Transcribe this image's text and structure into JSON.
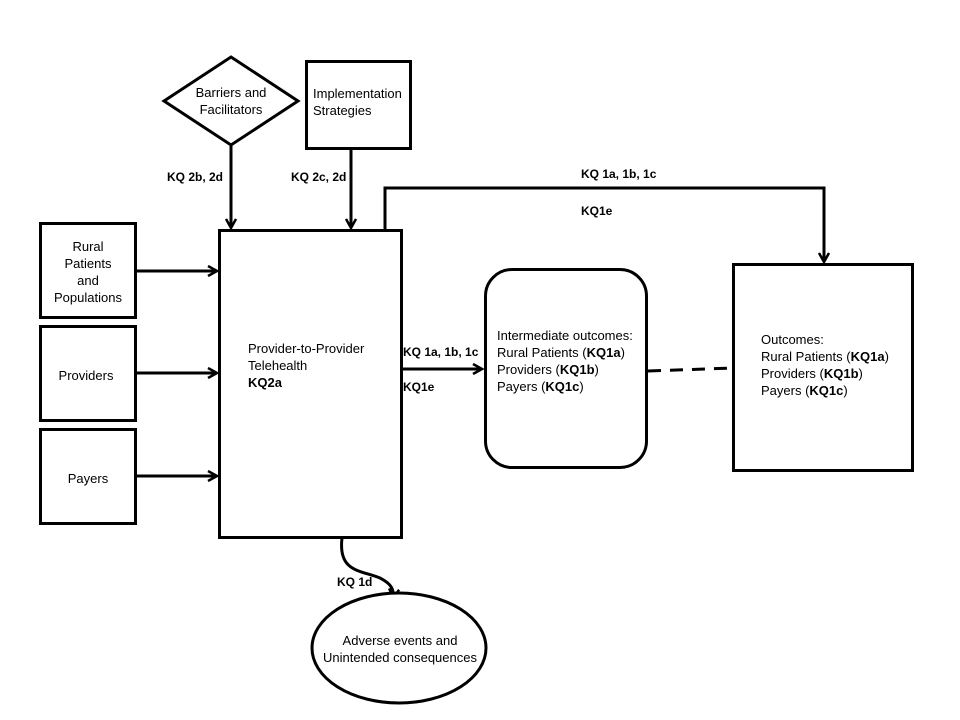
{
  "diagram": {
    "nodes": {
      "barriers": {
        "lines": [
          "Barriers and",
          "Facilitators"
        ],
        "shape": "diamond"
      },
      "implementation": {
        "lines": [
          "Implementation",
          "Strategies"
        ],
        "shape": "rectangle"
      },
      "rural_patients": {
        "lines": [
          "Rural",
          "Patients",
          "and",
          "Populations"
        ],
        "shape": "rectangle"
      },
      "providers": {
        "lines": [
          "Providers"
        ],
        "shape": "rectangle"
      },
      "payers": {
        "lines": [
          "Payers"
        ],
        "shape": "rectangle"
      },
      "telehealth": {
        "line1": "Provider-to-Provider",
        "line2": "Telehealth",
        "kq": "KQ2a",
        "shape": "rectangle"
      },
      "intermediate": {
        "title": "Intermediate outcomes:",
        "items": [
          {
            "label": "Rural Patients",
            "kq": "KQ1a"
          },
          {
            "label": "Providers",
            "kq": "KQ1b"
          },
          {
            "label": "Payers",
            "kq": "KQ1c"
          }
        ],
        "shape": "rounded-rectangle"
      },
      "outcomes": {
        "title": "Outcomes:",
        "items": [
          {
            "label": "Rural Patients",
            "kq": "KQ1a"
          },
          {
            "label": "Providers",
            "kq": "KQ1b"
          },
          {
            "label": "Payers",
            "kq": "KQ1c"
          }
        ],
        "shape": "rectangle"
      },
      "adverse": {
        "lines": [
          "Adverse events and",
          "Unintended consequences"
        ],
        "shape": "ellipse"
      }
    },
    "edge_labels": {
      "barriers_to_telehealth": "KQ 2b, 2d",
      "implementation_to_telehealth": "KQ 2c, 2d",
      "telehealth_to_outcomes_top": "KQ 1a, 1b, 1c",
      "telehealth_to_outcomes_bottom": "KQ1e",
      "telehealth_to_intermediate_top": "KQ 1a, 1b, 1c",
      "telehealth_to_intermediate_bottom": "KQ1e",
      "telehealth_to_adverse": "KQ 1d"
    },
    "colors": {
      "stroke": "#000000",
      "background": "#ffffff"
    }
  }
}
